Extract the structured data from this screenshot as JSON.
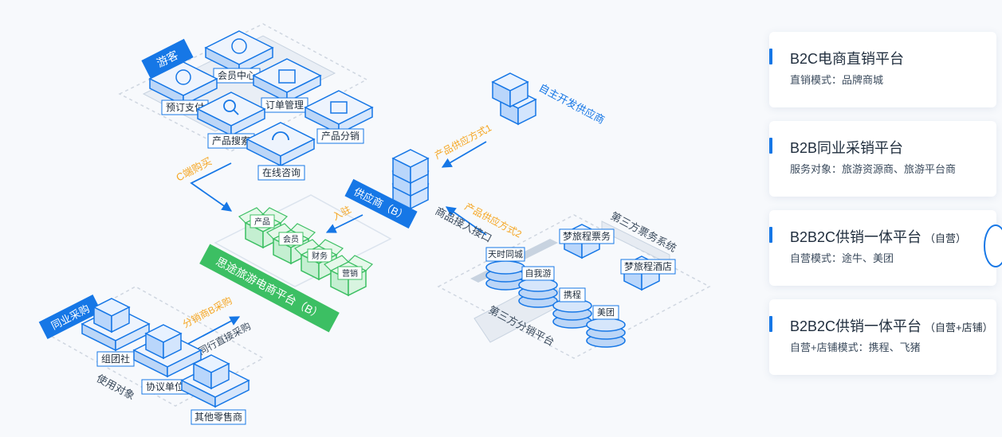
{
  "diagram": {
    "visitor_tag": "游客",
    "member_center": "会员中心",
    "booking_payment": "预订支付",
    "order_management": "订单管理",
    "product_search": "产品搜索",
    "product_distribution": "产品分销",
    "online_consulting": "在线咨询",
    "c_end_purchase": "C端购买",
    "self_built_supplier": "自主开发供应商",
    "product_supply_1": "产品供应方式1",
    "supplier_b": "供应商（B）",
    "enter": "入驻",
    "product_supply_2": "产品供应方式2",
    "product_interface": "商品接入接口",
    "third_party_ticket": "第三方票务系统",
    "dream_ticket": "梦旅程票务",
    "dream_hotel": "梦旅程酒店",
    "third_party_distribution": "第三方分销平台",
    "tianshi_city": "天时同城",
    "ziwoyou": "自我游",
    "ctrip": "携程",
    "meituan": "美团",
    "box_product": "产品",
    "box_member": "会员",
    "box_finance": "财务",
    "box_marketing": "营销",
    "platform_b": "思途旅游电商平台（B）",
    "industry_purchase": "同业采购",
    "distribute_purchase": "分销商B采购",
    "peer_direct_purchase": "同行直接采购",
    "group_agency": "组团社",
    "agreement_unit": "协议单位",
    "other_retailer": "其他零售商",
    "usage_target": "使用对象"
  },
  "panels": [
    {
      "title": "B2C电商直销平台",
      "badge": "",
      "desc": "直销模式：品牌商城"
    },
    {
      "title": "B2B同业采销平台",
      "badge": "",
      "desc": "服务对象：旅游资源商、旅游平台商"
    },
    {
      "title": "B2B2C供销一体平台",
      "badge": "（自营）",
      "desc": "自营模式：途牛、美团"
    },
    {
      "title": "B2B2C供销一体平台",
      "badge": "（自营+店铺）",
      "desc": "自营+店铺模式：携程、飞猪"
    }
  ],
  "colors": {
    "blue": "#1677e6",
    "green": "#3cbf63",
    "orange": "#f5a623",
    "light_blue": "#dbeaff",
    "dashed": "#cfd6e0"
  }
}
